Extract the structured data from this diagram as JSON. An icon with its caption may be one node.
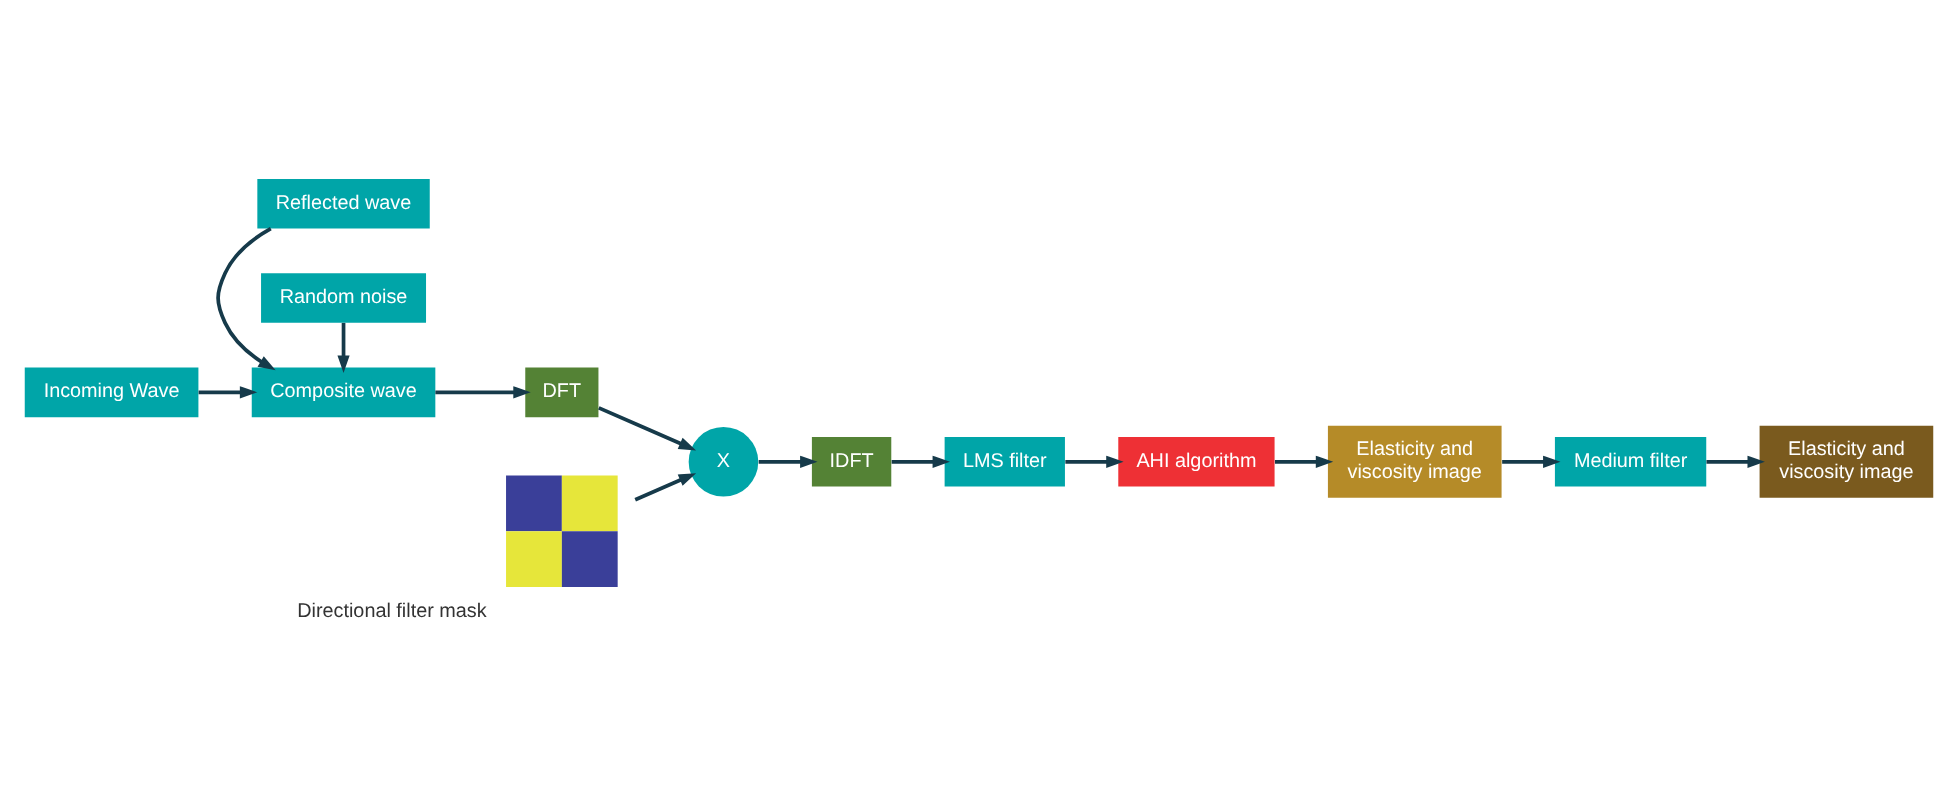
{
  "diagram": {
    "nodes": [
      {
        "text": [
          "Incoming Wave"
        ]
      },
      {
        "text": [
          "Reflected wave"
        ]
      },
      {
        "text": [
          "Composite wave"
        ]
      },
      {
        "text": [
          "Random noise"
        ]
      },
      {
        "text": [
          "DFT"
        ]
      },
      {
        "text": [
          "X"
        ]
      },
      {
        "text": [],
        "shape": "picture",
        "beside": [
          "Directional filter mask"
        ]
      },
      {
        "text": [
          "IDFT"
        ]
      },
      {
        "text": [
          "LMS filter"
        ]
      },
      {
        "text": [
          "AHI algorithm"
        ]
      },
      {
        "text": [
          "Elasticity and viscosity image"
        ]
      },
      {
        "text": [
          "Medium filter"
        ]
      },
      {
        "text": [
          "Elasticity and viscosity image"
        ]
      }
    ],
    "edges": [
      {
        "from": 0,
        "to": 2,
        "arrow": "to"
      },
      {
        "from": 1,
        "to": 2,
        "arrow": "to"
      },
      {
        "from": 3,
        "to": 2,
        "arrow": "to"
      },
      {
        "from": 2,
        "to": 4,
        "arrow": "to"
      },
      {
        "from": 4,
        "to": 5,
        "arrow": "to"
      },
      {
        "from": 6,
        "to": 5,
        "arrow": "to"
      },
      {
        "from": 5,
        "to": 7,
        "arrow": "to"
      },
      {
        "from": 7,
        "to": 8,
        "arrow": "to"
      },
      {
        "from": 8,
        "to": 9,
        "arrow": "to"
      },
      {
        "from": 9,
        "to": 10,
        "arrow": "to"
      },
      {
        "from": 10,
        "to": 11,
        "arrow": "to"
      },
      {
        "from": 11,
        "to": 12,
        "arrow": "to"
      }
    ]
  }
}
